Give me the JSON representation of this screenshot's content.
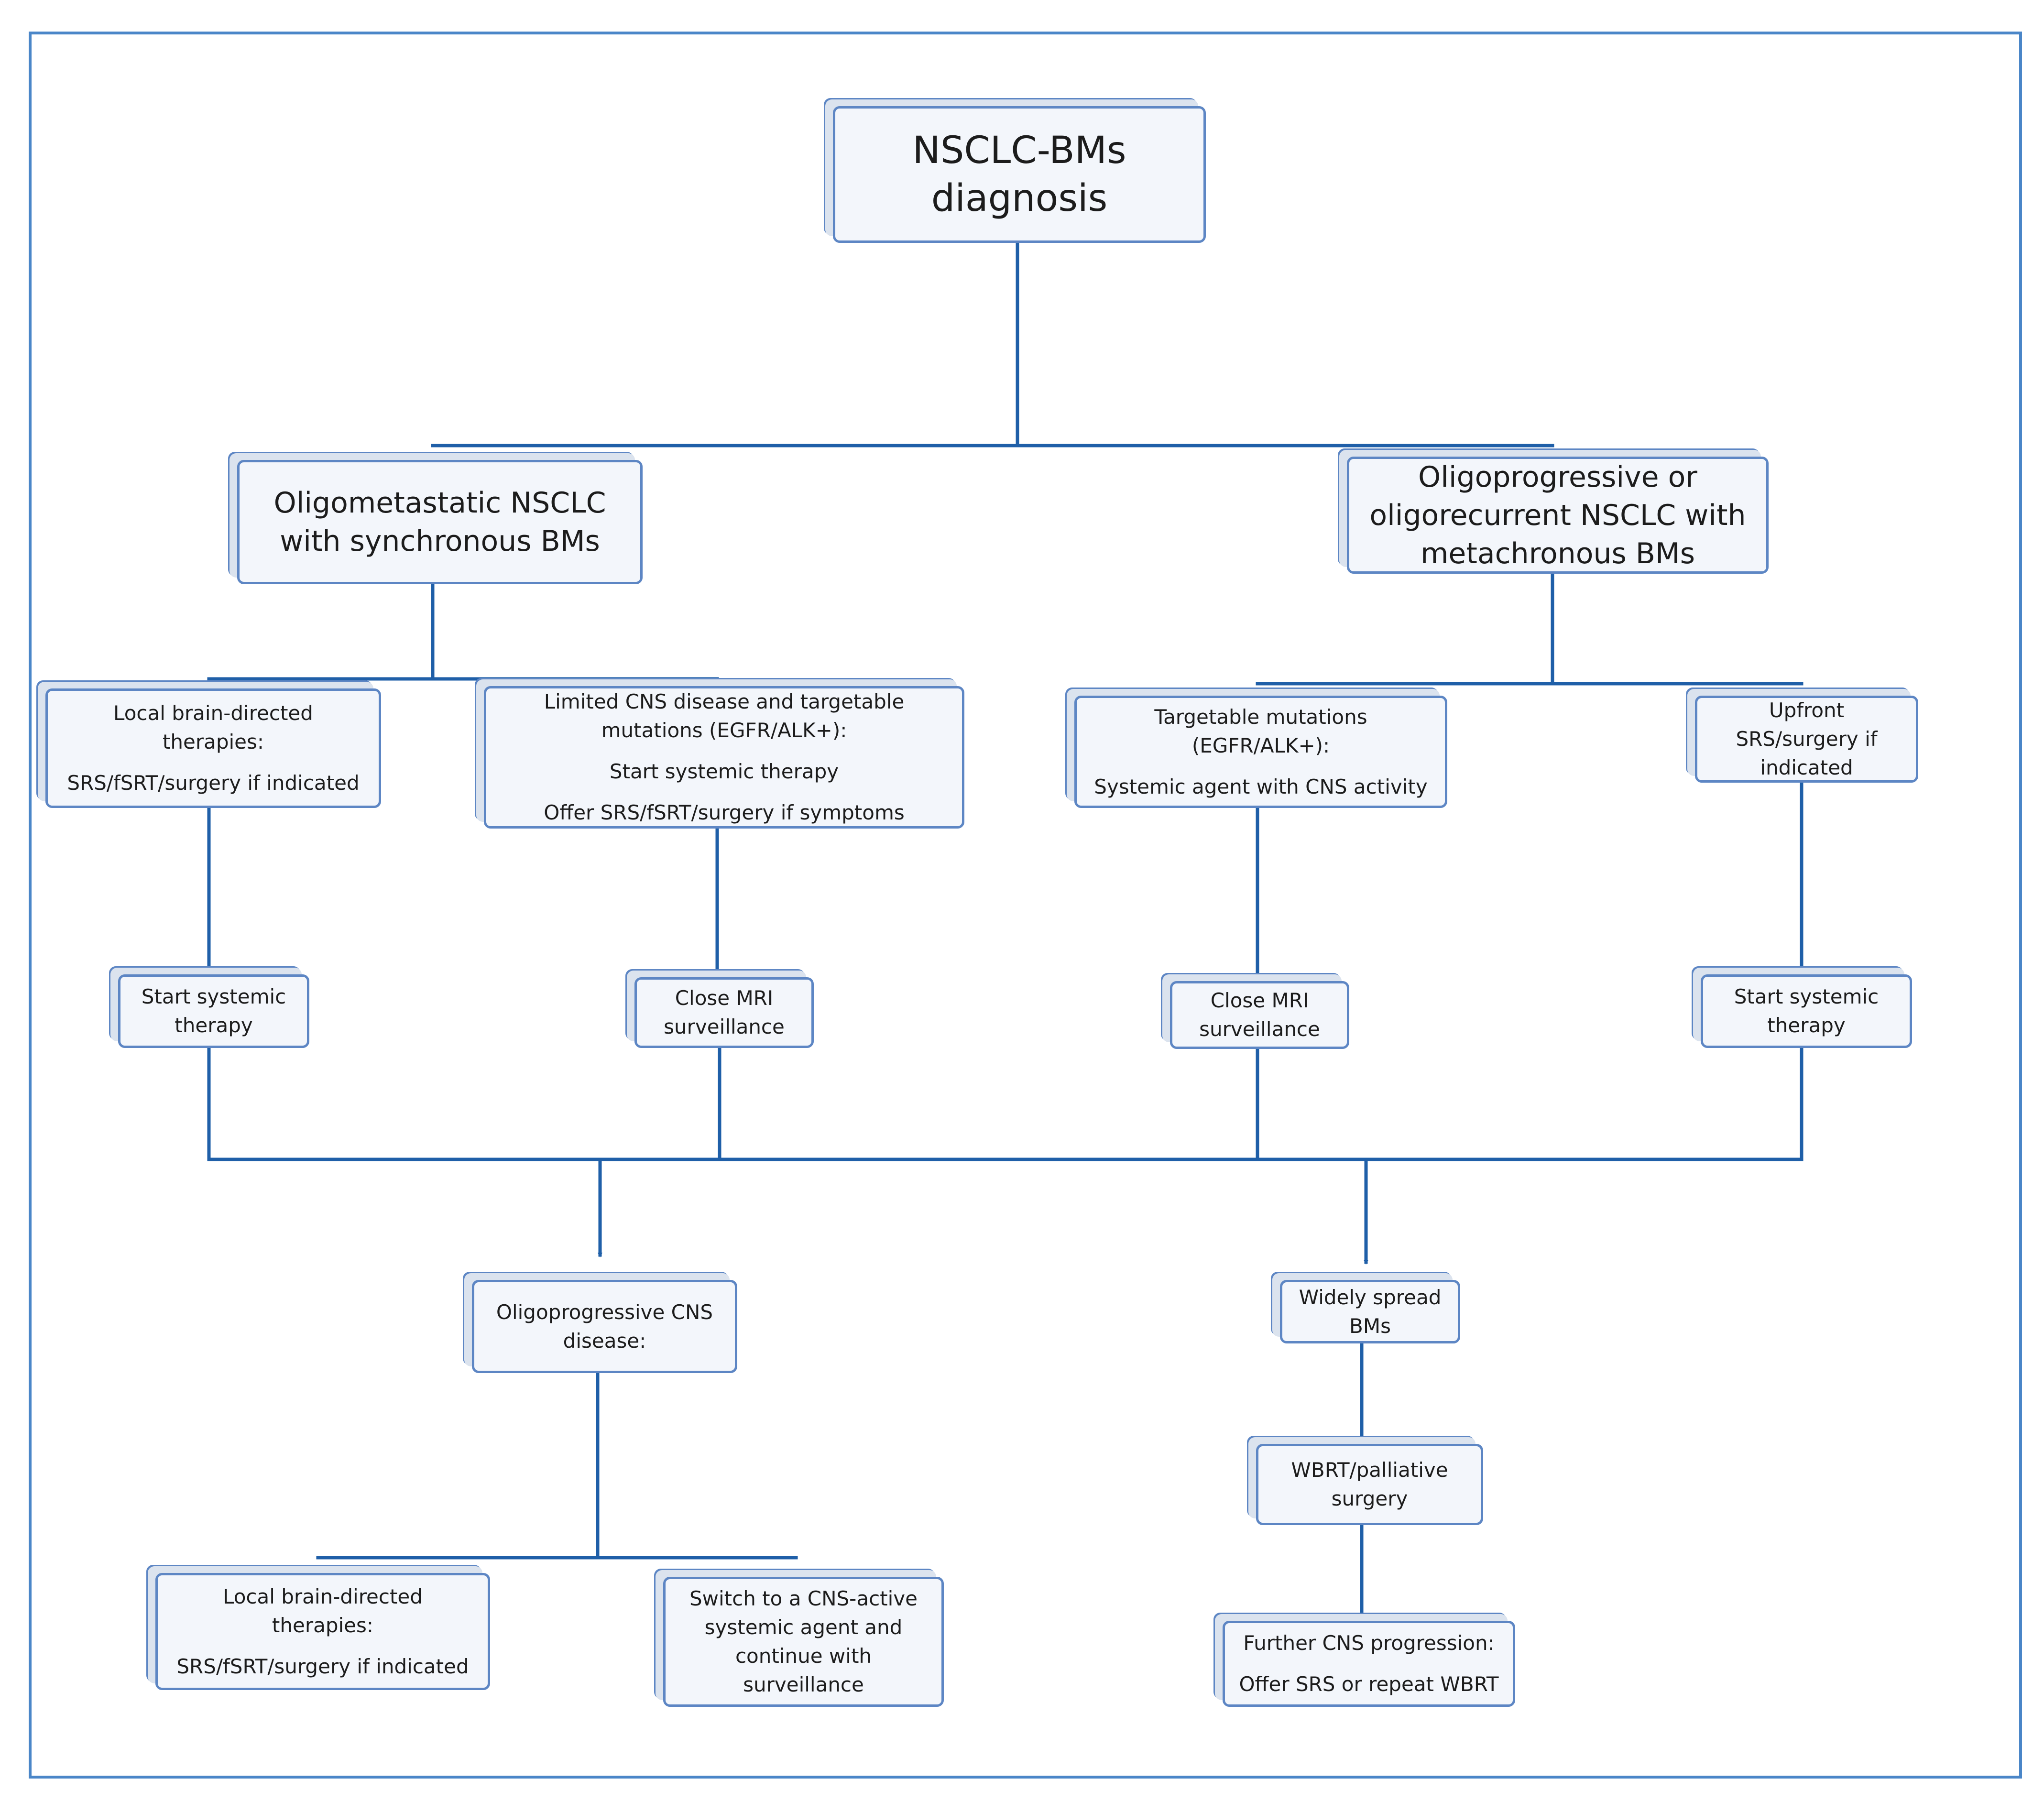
{
  "diagram": {
    "colors": {
      "line": "#1f5fa8",
      "box_border": "#5d86c4",
      "box_fill": "#f3f6fb",
      "frame": "#4a86c8"
    },
    "nodes": {
      "root": {
        "lines": [
          "NSCLC-BMs",
          "diagnosis"
        ]
      },
      "oligomet": {
        "lines": [
          "Oligometastatic NSCLC",
          "with synchronous BMs"
        ]
      },
      "oligoprog": {
        "lines": [
          "Oligoprogressive or",
          "oligorecurrent NSCLC with",
          "metachronous BMs"
        ]
      },
      "local1": {
        "lines": [
          "Local brain-directed",
          "therapies:"
        ],
        "extra": "SRS/fSRT/surgery if indicated"
      },
      "limited": {
        "lines": [
          "Limited CNS disease and targetable",
          "mutations (EGFR/ALK+):"
        ],
        "extra": "Start systemic therapy",
        "extra2": "Offer SRS/fSRT/surgery if symptoms"
      },
      "targetable": {
        "lines": [
          "Targetable mutations",
          "(EGFR/ALK+):"
        ],
        "extra": "Systemic agent with CNS activity"
      },
      "upfront": {
        "lines": [
          "Upfront",
          "SRS/surgery if",
          "indicated"
        ]
      },
      "start1": {
        "lines": [
          "Start systemic",
          "therapy"
        ]
      },
      "mri1": {
        "lines": [
          "Close MRI",
          "surveillance"
        ]
      },
      "mri2": {
        "lines": [
          "Close MRI",
          "surveillance"
        ]
      },
      "start2": {
        "lines": [
          "Start systemic",
          "therapy"
        ]
      },
      "oligocns": {
        "lines": [
          "Oligoprogressive CNS",
          "disease:"
        ]
      },
      "widely": {
        "lines": [
          "Widely spread",
          "BMs"
        ]
      },
      "wbrt": {
        "lines": [
          "WBRT/palliative",
          "surgery"
        ]
      },
      "local2": {
        "lines": [
          "Local brain-directed",
          "therapies:"
        ],
        "extra": "SRS/fSRT/surgery if indicated"
      },
      "switch": {
        "lines": [
          "Switch to a CNS-active",
          "systemic agent and",
          "continue with",
          "surveillance"
        ]
      },
      "further": {
        "lines": [
          "Further CNS progression:"
        ],
        "extra": "Offer SRS or repeat WBRT"
      }
    }
  }
}
